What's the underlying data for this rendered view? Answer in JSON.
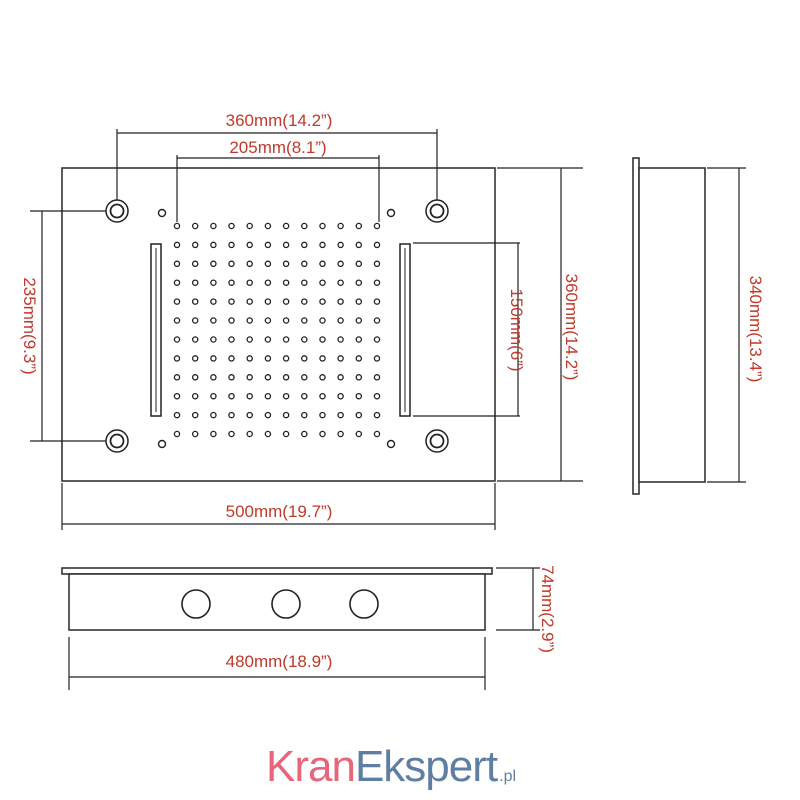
{
  "dimensions": {
    "top_outer": "360mm(14.2”)",
    "top_inner": "205mm(8.1”)",
    "left_height": "235mm(9.3”)",
    "panel_height": "150mm(6”)",
    "front_height": "360mm(14.2”)",
    "side_height": "340mm(13.4”)",
    "front_width": "500mm(19.7”)",
    "bottom_depth": "74mm(2.9”)",
    "bottom_width": "480mm(18.9”)"
  },
  "logo": {
    "part1": "Kran",
    "part2": "Ekspert",
    "suffix": ".pl"
  },
  "colors": {
    "dimension_text": "#c0392b",
    "logo_kran": "#e8657a",
    "logo_ekspert": "#5e7fa3"
  }
}
